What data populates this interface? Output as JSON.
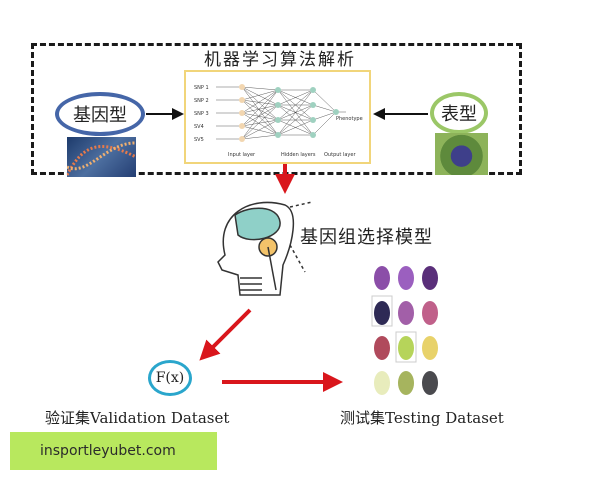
{
  "diagram": {
    "title": "机器学习算法解析",
    "genotype_label": "基因型",
    "phenotype_label": "表型",
    "model_label": "基因组选择模型",
    "function_label": "F(x)",
    "validation_label": "验证集Validation Dataset",
    "testing_label": "测试集Testing Dataset",
    "neural_network": {
      "inputs": [
        "SNP 1",
        "SNP 2",
        "SNP 3",
        "SV4",
        "SV5"
      ],
      "output": "Phenotype",
      "layer_labels": [
        "Input layer",
        "Hidden layers",
        "Output layer"
      ]
    },
    "colors": {
      "dashed_border": "#1a1a1a",
      "nn_panel_border": "#f1d57a",
      "genotype_oval": "#4566a8",
      "phenotype_oval": "#9bc767",
      "fx_oval": "#2aa6cc",
      "arrow_red": "#d9161c"
    }
  },
  "watermark": {
    "text": "insportleyubet.com",
    "background": "#b8e85e"
  }
}
